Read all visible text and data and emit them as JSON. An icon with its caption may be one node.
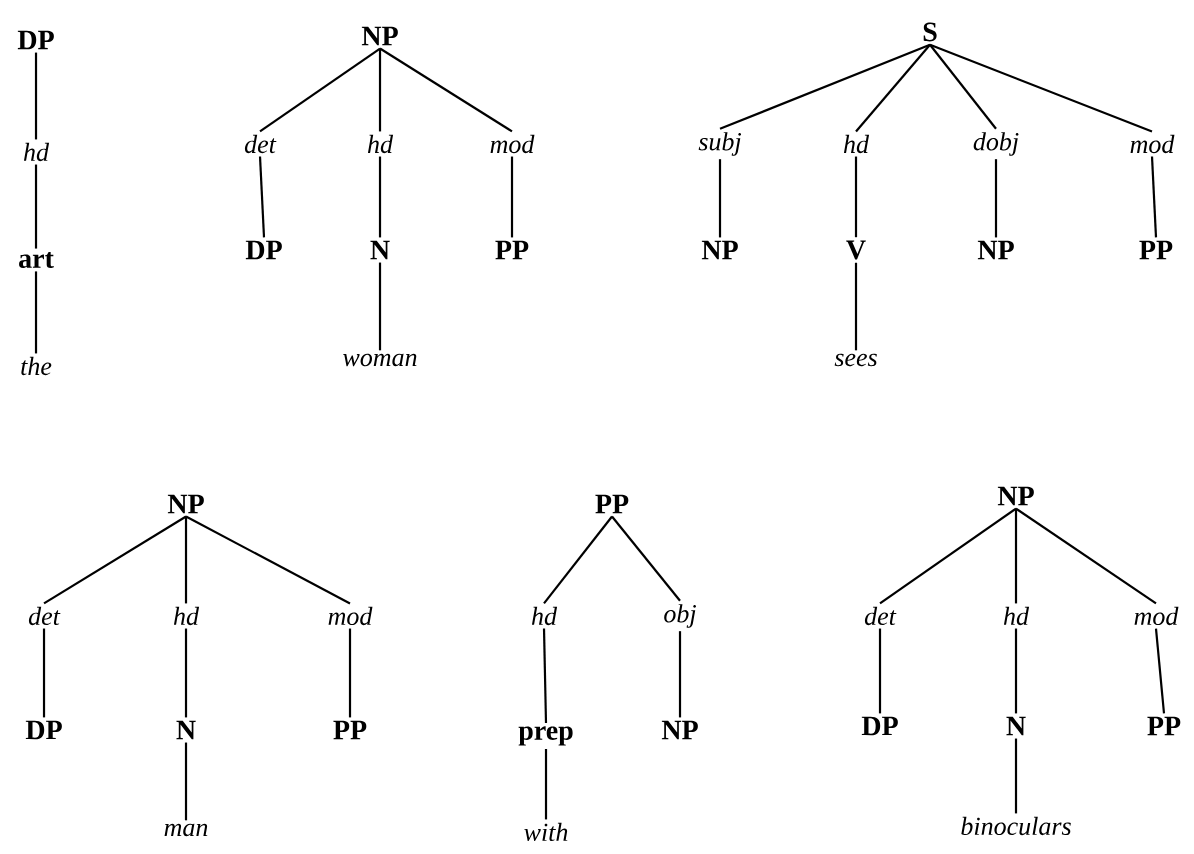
{
  "diagram": {
    "nodes": [
      {
        "text": [
          "DP"
        ]
      },
      {
        "text": [
          "hd"
        ]
      },
      {
        "text": [
          "art"
        ]
      },
      {
        "text": [
          "the"
        ]
      },
      {
        "text": [
          "NP"
        ]
      },
      {
        "text": [
          "det"
        ]
      },
      {
        "text": [
          "hd"
        ]
      },
      {
        "text": [
          "mod"
        ]
      },
      {
        "text": [
          "DP"
        ]
      },
      {
        "text": [
          "N"
        ]
      },
      {
        "text": [
          "PP"
        ]
      },
      {
        "text": [
          "woman"
        ]
      },
      {
        "text": [
          "S"
        ]
      },
      {
        "text": [
          "subj"
        ]
      },
      {
        "text": [
          "hd"
        ]
      },
      {
        "text": [
          "dobj"
        ]
      },
      {
        "text": [
          "mod"
        ]
      },
      {
        "text": [
          "NP"
        ]
      },
      {
        "text": [
          "V"
        ]
      },
      {
        "text": [
          "NP"
        ]
      },
      {
        "text": [
          "PP"
        ]
      },
      {
        "text": [
          "sees"
        ]
      },
      {
        "text": [
          "NP"
        ]
      },
      {
        "text": [
          "det"
        ]
      },
      {
        "text": [
          "hd"
        ]
      },
      {
        "text": [
          "mod"
        ]
      },
      {
        "text": [
          "DP"
        ]
      },
      {
        "text": [
          "N"
        ]
      },
      {
        "text": [
          "PP"
        ]
      },
      {
        "text": [
          "man"
        ]
      },
      {
        "text": [
          "PP"
        ]
      },
      {
        "text": [
          "hd"
        ]
      },
      {
        "text": [
          "obj"
        ]
      },
      {
        "text": [
          "prep"
        ]
      },
      {
        "text": [
          "NP"
        ]
      },
      {
        "text": [
          "with"
        ]
      },
      {
        "text": [
          "NP"
        ]
      },
      {
        "text": [
          "det"
        ]
      },
      {
        "text": [
          "hd"
        ]
      },
      {
        "text": [
          "mod"
        ]
      },
      {
        "text": [
          "DP"
        ]
      },
      {
        "text": [
          "N"
        ]
      },
      {
        "text": [
          "PP"
        ]
      },
      {
        "text": [
          "binoculars"
        ]
      }
    ],
    "edges": [
      {
        "from": 0,
        "to": 1,
        "arrow": "none"
      },
      {
        "from": 1,
        "to": 2,
        "arrow": "none"
      },
      {
        "from": 2,
        "to": 3,
        "arrow": "none"
      },
      {
        "from": 4,
        "to": 5,
        "arrow": "none"
      },
      {
        "from": 4,
        "to": 6,
        "arrow": "none"
      },
      {
        "from": 4,
        "to": 7,
        "arrow": "none"
      },
      {
        "from": 5,
        "to": 8,
        "arrow": "none"
      },
      {
        "from": 6,
        "to": 9,
        "arrow": "none"
      },
      {
        "from": 7,
        "to": 10,
        "arrow": "none"
      },
      {
        "from": 9,
        "to": 11,
        "arrow": "none"
      },
      {
        "from": 12,
        "to": 13,
        "arrow": "none"
      },
      {
        "from": 12,
        "to": 14,
        "arrow": "none"
      },
      {
        "from": 12,
        "to": 15,
        "arrow": "none"
      },
      {
        "from": 12,
        "to": 16,
        "arrow": "none"
      },
      {
        "from": 13,
        "to": 17,
        "arrow": "none"
      },
      {
        "from": 14,
        "to": 18,
        "arrow": "none"
      },
      {
        "from": 15,
        "to": 19,
        "arrow": "none"
      },
      {
        "from": 16,
        "to": 20,
        "arrow": "none"
      },
      {
        "from": 18,
        "to": 21,
        "arrow": "none"
      },
      {
        "from": 22,
        "to": 23,
        "arrow": "none"
      },
      {
        "from": 22,
        "to": 24,
        "arrow": "none"
      },
      {
        "from": 22,
        "to": 25,
        "arrow": "none"
      },
      {
        "from": 23,
        "to": 26,
        "arrow": "none"
      },
      {
        "from": 24,
        "to": 27,
        "arrow": "none"
      },
      {
        "from": 25,
        "to": 28,
        "arrow": "none"
      },
      {
        "from": 27,
        "to": 29,
        "arrow": "none"
      },
      {
        "from": 30,
        "to": 31,
        "arrow": "none"
      },
      {
        "from": 30,
        "to": 32,
        "arrow": "none"
      },
      {
        "from": 31,
        "to": 33,
        "arrow": "none"
      },
      {
        "from": 32,
        "to": 34,
        "arrow": "none"
      },
      {
        "from": 33,
        "to": 35,
        "arrow": "none"
      },
      {
        "from": 36,
        "to": 37,
        "arrow": "none"
      },
      {
        "from": 36,
        "to": 38,
        "arrow": "none"
      },
      {
        "from": 36,
        "to": 39,
        "arrow": "none"
      },
      {
        "from": 37,
        "to": 40,
        "arrow": "none"
      },
      {
        "from": 38,
        "to": 41,
        "arrow": "none"
      },
      {
        "from": 39,
        "to": 42,
        "arrow": "none"
      },
      {
        "from": 41,
        "to": 43,
        "arrow": "none"
      }
    ]
  }
}
